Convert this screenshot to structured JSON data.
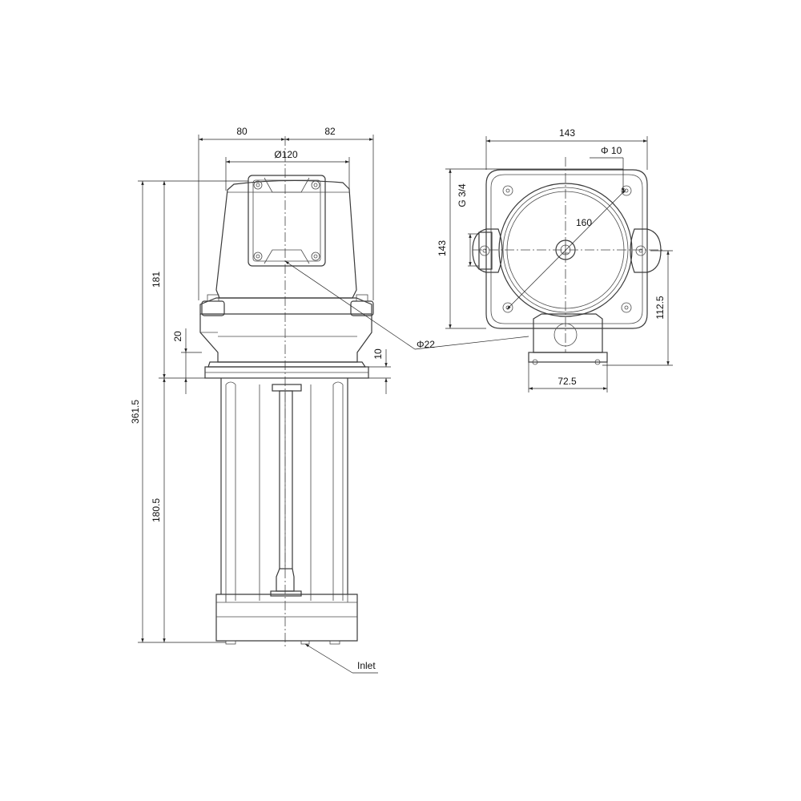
{
  "side_view": {
    "dims": {
      "left_width": "80",
      "right_width": "82",
      "diameter_top": "Ø120",
      "height_upper": "181",
      "height_total": "361.5",
      "height_lower": "180.5",
      "flange_offset": "20",
      "flange_thickness": "10",
      "shaft_diameter": "Φ22"
    },
    "labels": {
      "inlet": "Inlet"
    }
  },
  "top_view": {
    "dims": {
      "width_total": "143",
      "hole_diameter": "Φ 10",
      "thread": "G 3/4",
      "height_total": "143",
      "bolt_circle": "160",
      "height_right": "112.5",
      "outlet_width": "72.5"
    }
  }
}
